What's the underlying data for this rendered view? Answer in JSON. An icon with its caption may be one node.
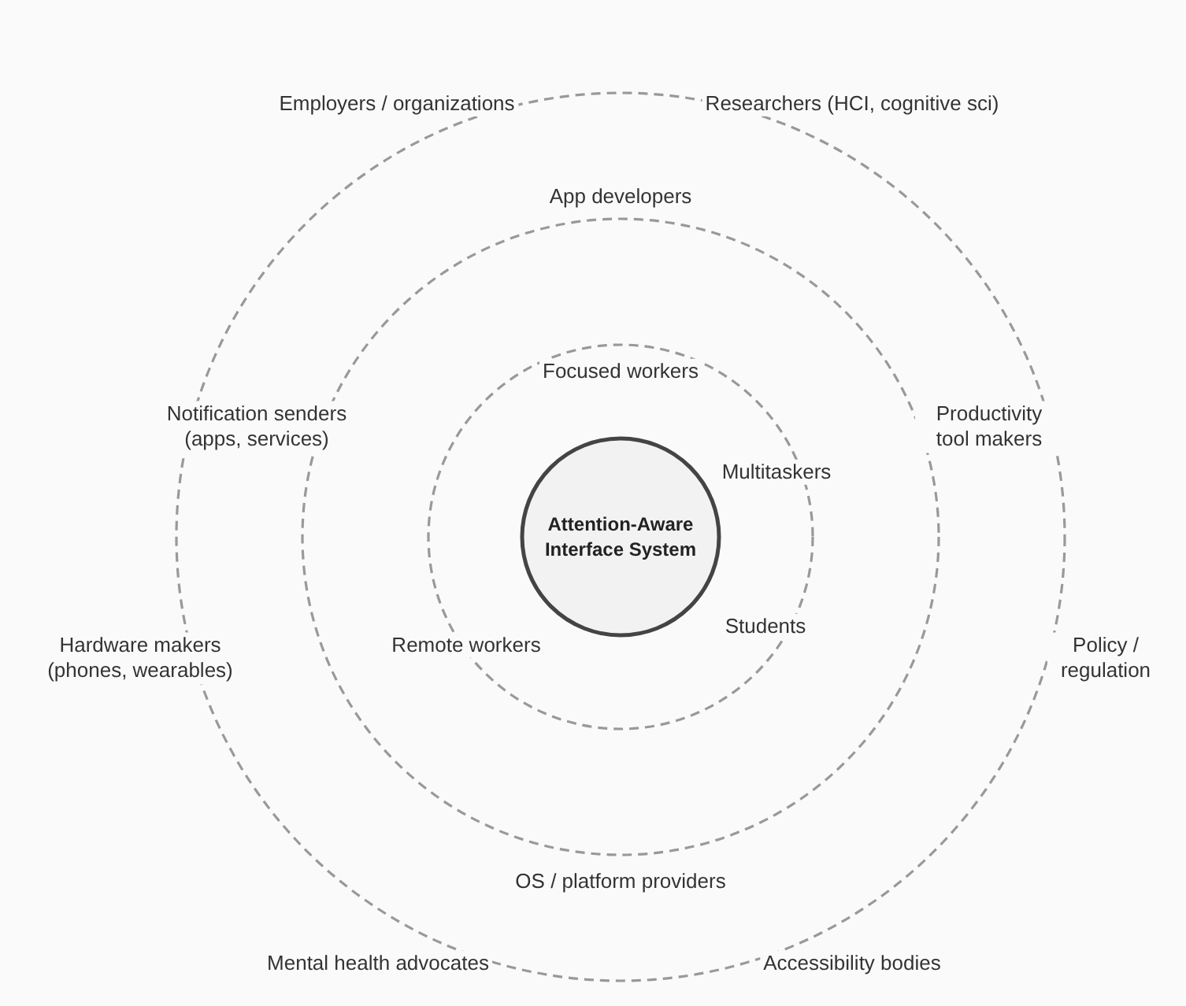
{
  "diagram": {
    "nodes": [
      {
        "text": [
          "Employers / organizations",
          "Researchers (HCI, cognitive sci)",
          "Hardware makers (phones, wearables)",
          "Policy / regulation",
          "Mental health advocates",
          "Accessibility bodies"
        ]
      },
      {
        "text": [
          "App developers",
          "Notification senders (apps, services)",
          "Productivity tool makers",
          "OS / platform providers"
        ],
        "in": 0
      },
      {
        "text": [
          "Focused workers",
          "Multitaskers",
          "Students",
          "Remote workers"
        ],
        "in": 1
      },
      {
        "text": [
          "Attention-Aware Interface System"
        ],
        "in": 2
      }
    ]
  }
}
